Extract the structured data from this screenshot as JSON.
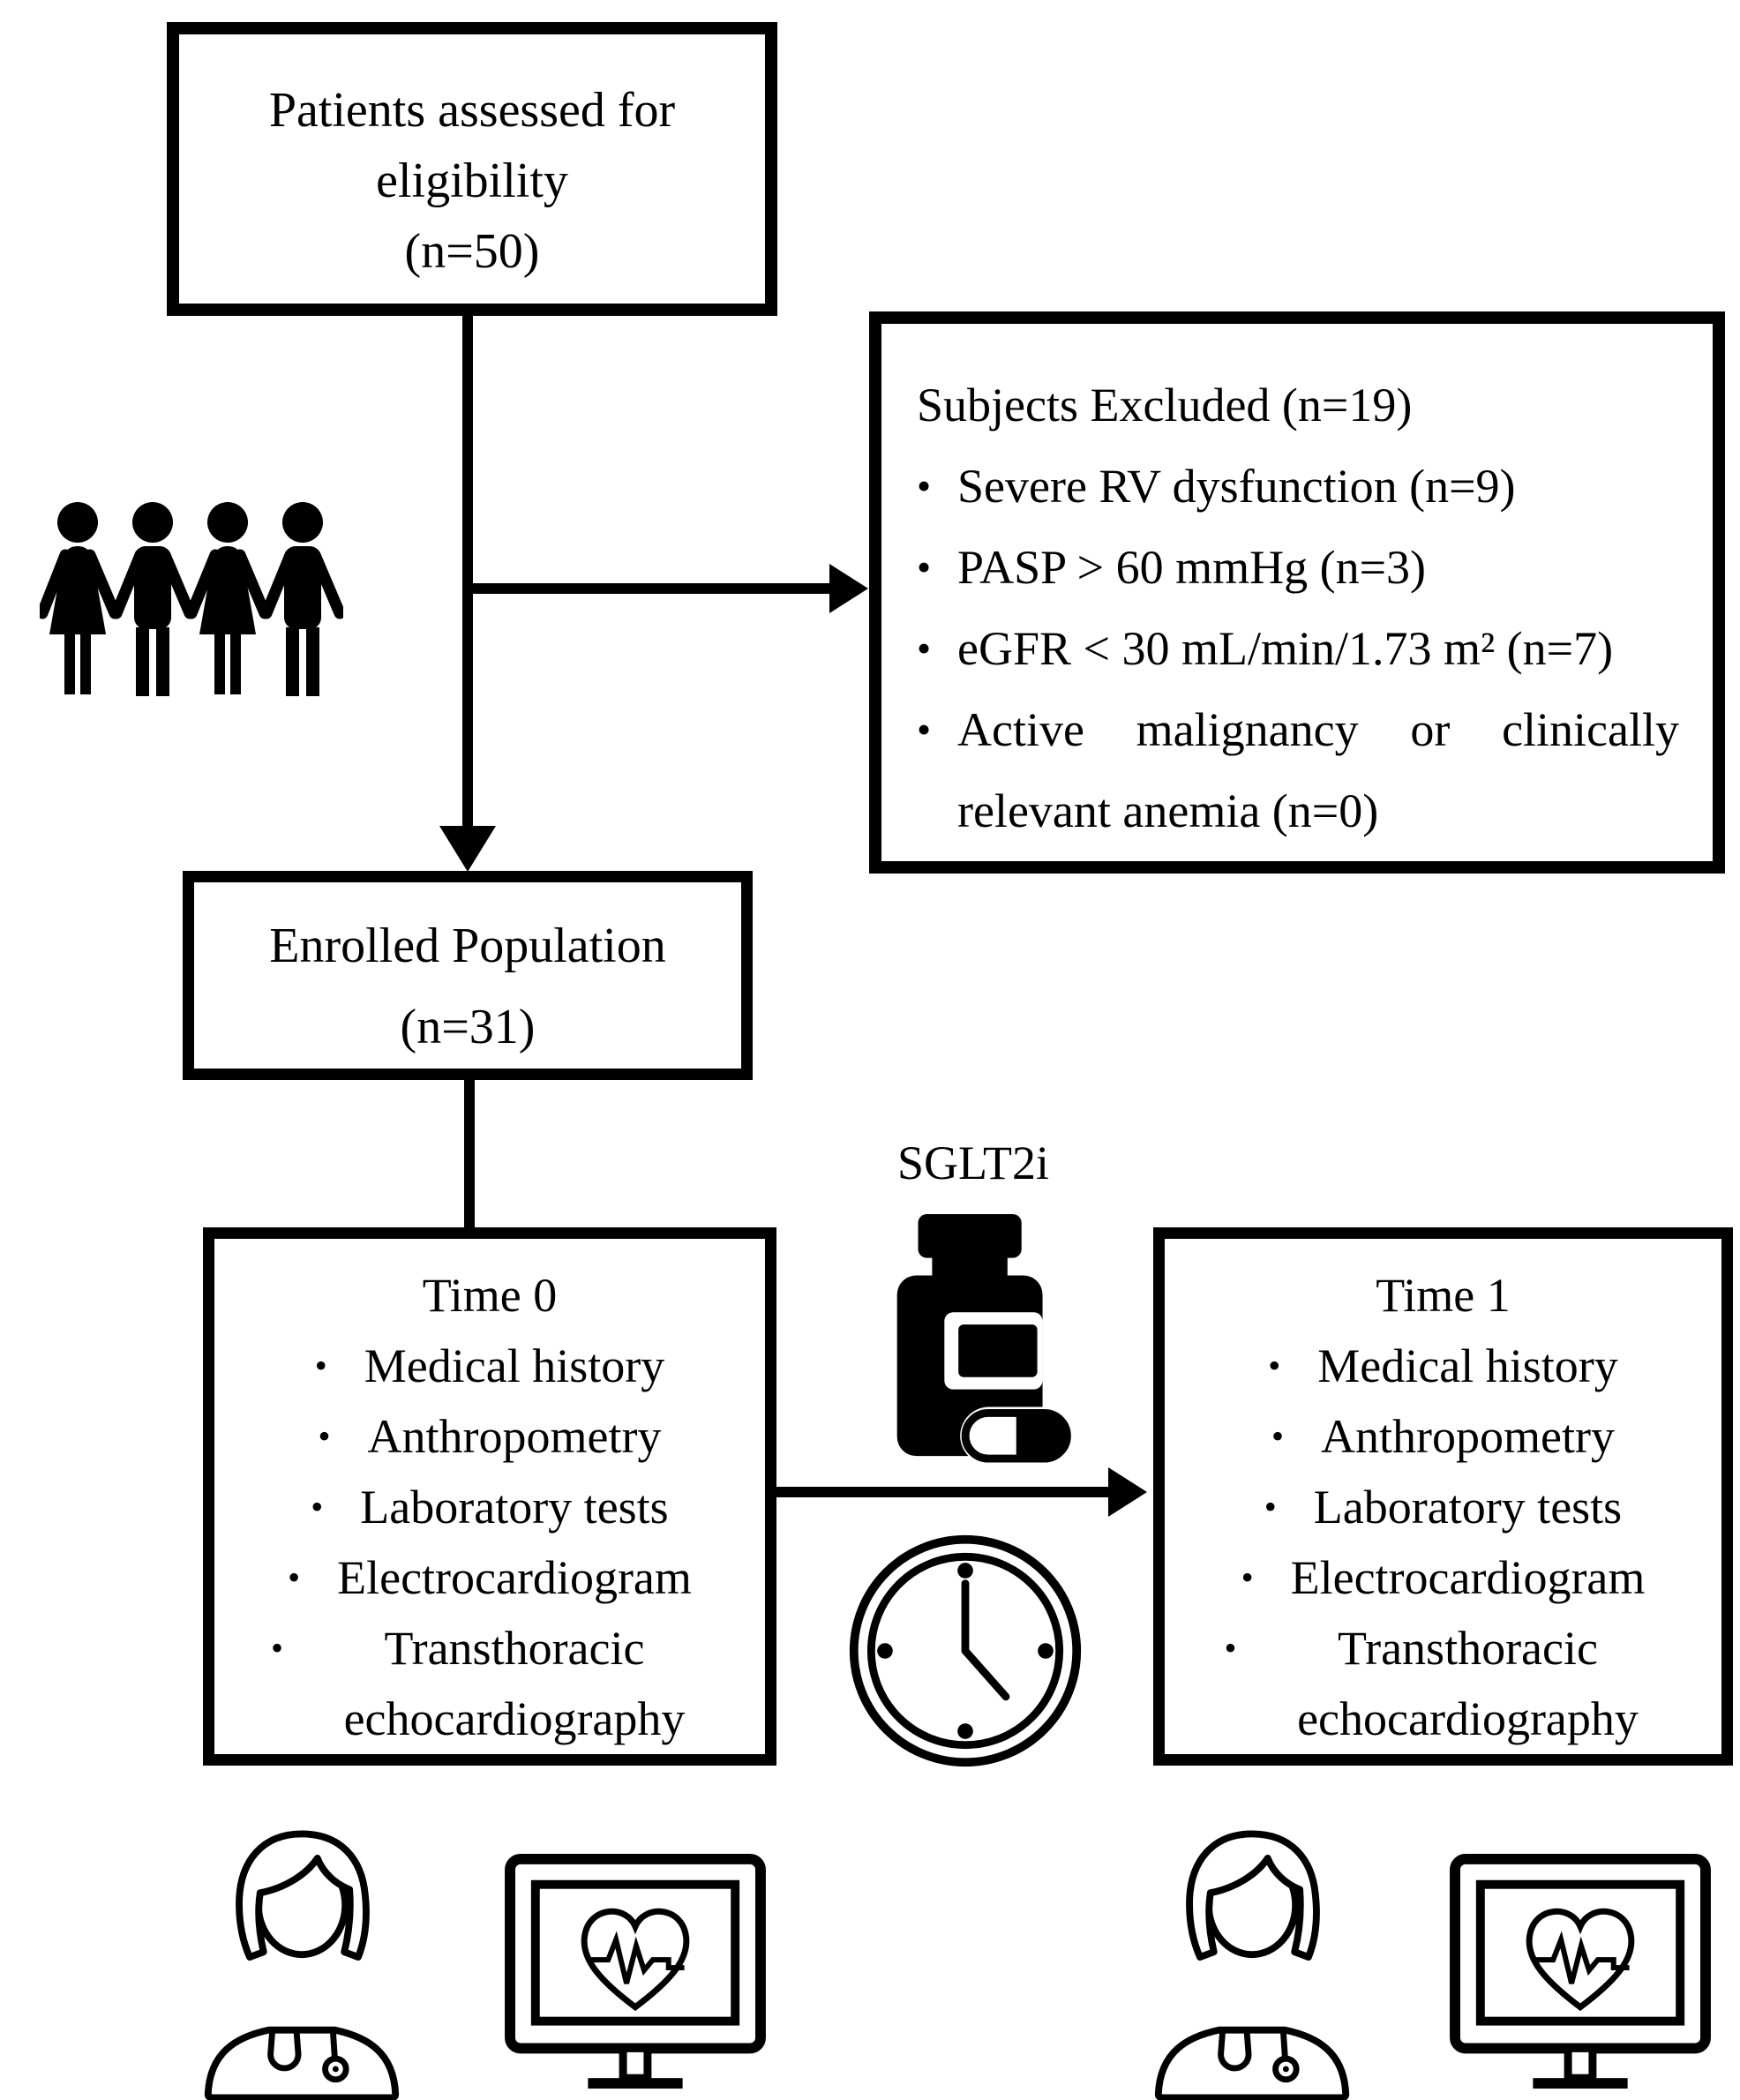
{
  "colors": {
    "ink": "#000000",
    "paper": "#ffffff"
  },
  "bullet": "•",
  "eligibility_box": {
    "lines": [
      "Patients assessed for",
      "eligibility",
      "(n=50)"
    ]
  },
  "excluded_box": {
    "title": "Subjects Excluded (n=19)",
    "items": [
      "Severe RV dysfunction (n=9)",
      "PASP > 60 mmHg (n=3)",
      "eGFR < 30 mL/min/1.73 m² (n=7)",
      "Active malignancy or clinically relevant anemia (n=0)"
    ]
  },
  "enrolled_box": {
    "lines": [
      "Enrolled Population",
      "(n=31)"
    ]
  },
  "time0_box": {
    "title": "Time 0",
    "items": [
      "Medical history",
      "Anthropometry",
      "Laboratory tests",
      "Electrocardiogram",
      "Transthoracic echocardiography"
    ]
  },
  "time1_box": {
    "title": "Time 1",
    "items": [
      "Medical history",
      "Anthropometry",
      "Laboratory tests",
      "Electrocardiogram",
      "Transthoracic echocardiography"
    ]
  },
  "sglt2i_label": "SGLT2i",
  "icons": {
    "people": "people-holding-hands-icon",
    "pill_bottle": "pill-bottle-icon",
    "clock": "clock-icon",
    "doctor": "doctor-icon",
    "monitor": "monitor-heart-ecg-icon"
  }
}
